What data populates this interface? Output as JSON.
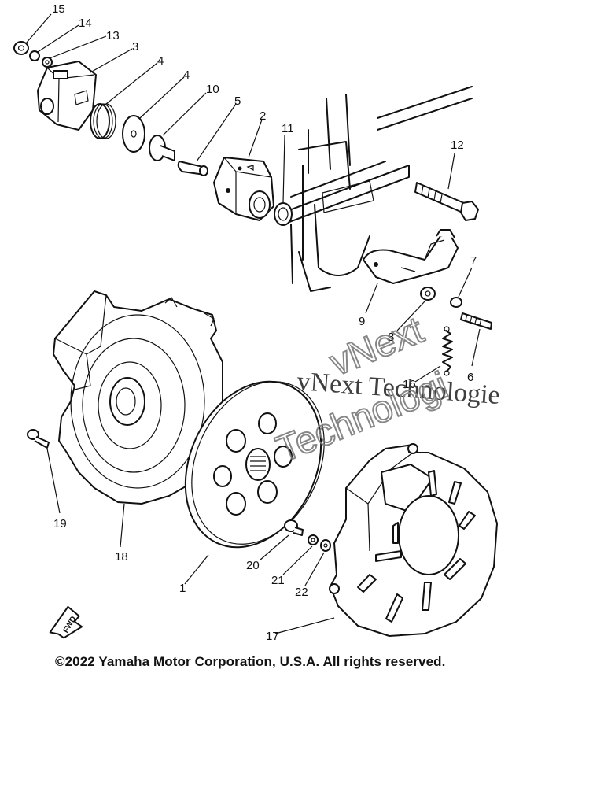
{
  "callouts": [
    "15",
    "14",
    "13",
    "3",
    "4",
    "4",
    "10",
    "5",
    "2",
    "11",
    "12",
    "7",
    "9",
    "8",
    "6",
    "16",
    "19",
    "18",
    "1",
    "20",
    "21",
    "22",
    "17"
  ],
  "fwd_marker": "FWD",
  "watermark": {
    "line1": "vNext Technologie",
    "line2": "vNext",
    "line3": "Technologi"
  },
  "copyright": "©2022 Yamaha Motor Corporation, U.S.A. All rights reserved."
}
